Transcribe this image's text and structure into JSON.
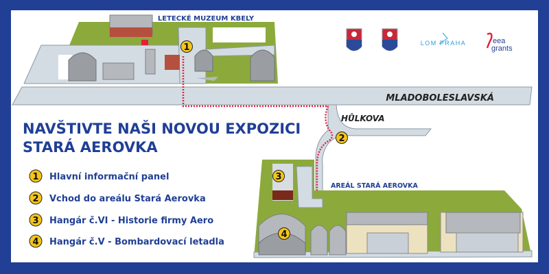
{
  "map": {
    "museum_label": "LETECKÉ MUZEUM KBELY",
    "street_main": "MLADOBOLESLAVSKÁ",
    "street_side": "HŮLKOVA",
    "area_label": "AREÁL STARÁ AEROVKA"
  },
  "title": {
    "line1": "NAVŠTIVTE NAŠI NOVOU EXPOZICI",
    "line2": "STARÁ AEROVKA"
  },
  "legend": [
    {
      "num": "1",
      "label": "Hlavní informační panel"
    },
    {
      "num": "2",
      "label": "Vchod do areálu Stará Aerovka"
    },
    {
      "num": "3",
      "label": "Hangár č.VI - Historie firmy Aero"
    },
    {
      "num": "4",
      "label": "Hangár č.V - Bombardovací letadla"
    }
  ],
  "logos": {
    "lom": "LOM PRAHA",
    "eea_line1": "eea",
    "eea_line2": "grants"
  },
  "colors": {
    "frame": "#203f95",
    "marker": "#f5c518",
    "route": "#e0213e",
    "grass": "#8caa3c"
  }
}
